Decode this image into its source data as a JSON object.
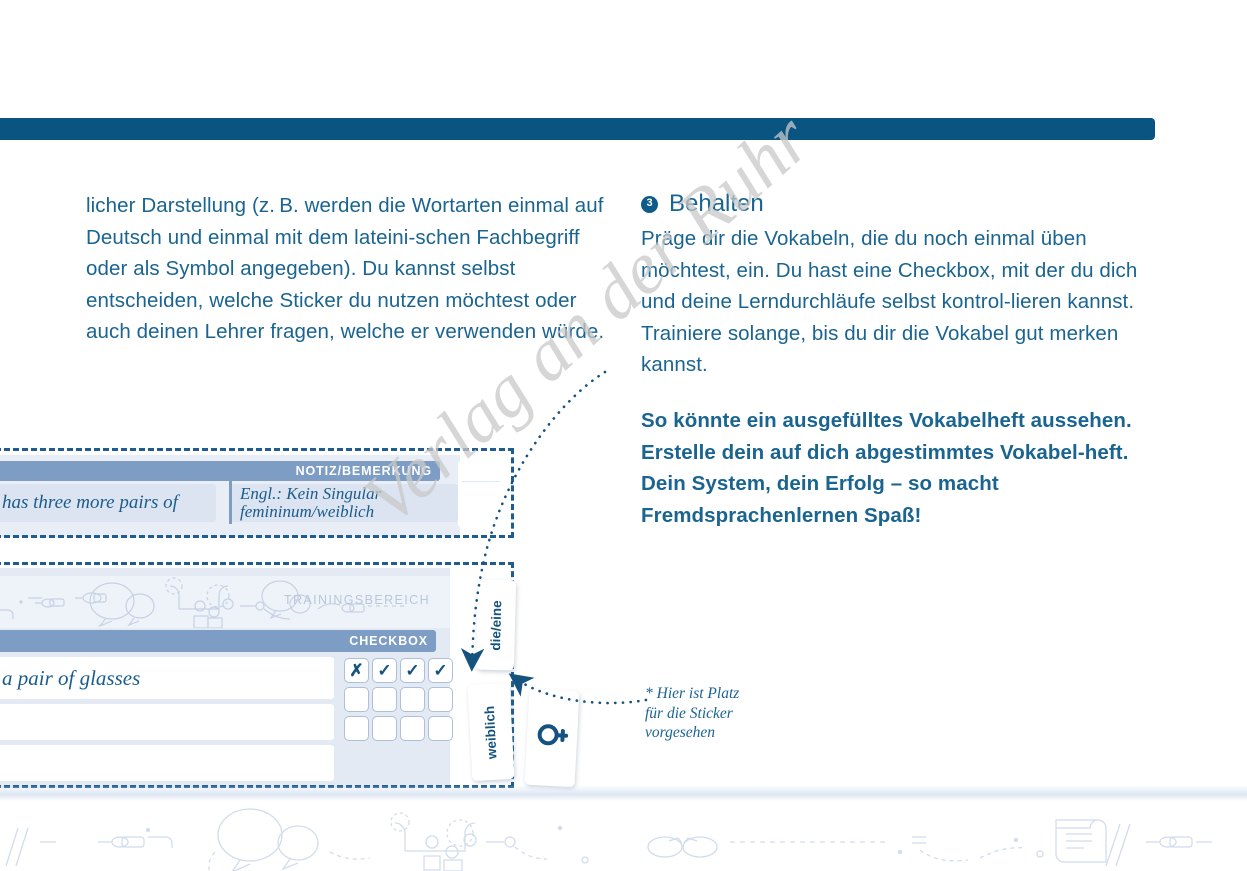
{
  "page": {
    "watermark": "Verlag an der Ruhr",
    "accent_dark": "#0a5482",
    "accent_text": "#1a6491",
    "accent_header": "#7e9dc4"
  },
  "left_column": {
    "paragraph": "licher Darstellung (z. B. werden die Wortarten einmal auf Deutsch und einmal mit dem lateini-schen Fachbegriff oder als Symbol angegeben). Du kannst selbst entscheiden, welche Sticker du nutzen möchtest oder auch deinen Lehrer fragen, welche er verwenden würde."
  },
  "right_column": {
    "step_number": "3",
    "heading": "Behalten",
    "paragraph": "Präge dir die Vokabeln, die du noch einmal üben möchtest, ein. Du hast eine Checkbox, mit der du dich und deine Lerndurchläufe selbst kontrol-lieren kannst. Trainiere solange, bis du dir die Vokabel gut merken kannst.",
    "bold_paragraph": "So könnte ein ausgefülltes Vokabelheft aussehen. Erstelle dein auf dich abgestimmtes Vokabel-heft. Dein System, dein Erfolg – so macht Fremdsprachenlernen Spaß!"
  },
  "footnote": {
    "line1": "* Hier ist Platz",
    "line2": "für die Sticker",
    "line3": "vorgesehen"
  },
  "vocab_sheet_top": {
    "column_header": "NOTIZ/BEMERKUNG",
    "term_cell": "has three more pairs of",
    "note_line1": "Engl.: Kein Singular",
    "note_line2": "femininum/weiblich"
  },
  "vocab_sheet_bottom": {
    "band_label": "TRAININGSBEREICH",
    "column_header": "CHECKBOX",
    "rows": [
      {
        "term": "a pair of glasses",
        "checks": [
          "✗",
          "✓",
          "✓",
          "✓"
        ]
      },
      {
        "term": "",
        "checks": [
          "",
          "",
          "",
          ""
        ]
      },
      {
        "term": "",
        "checks": [
          "",
          "",
          "",
          ""
        ]
      }
    ]
  },
  "stickers": [
    {
      "label": "die/eine",
      "type": "text"
    },
    {
      "label": "weiblich",
      "type": "text"
    },
    {
      "label": "venus-symbol",
      "type": "symbol"
    }
  ]
}
